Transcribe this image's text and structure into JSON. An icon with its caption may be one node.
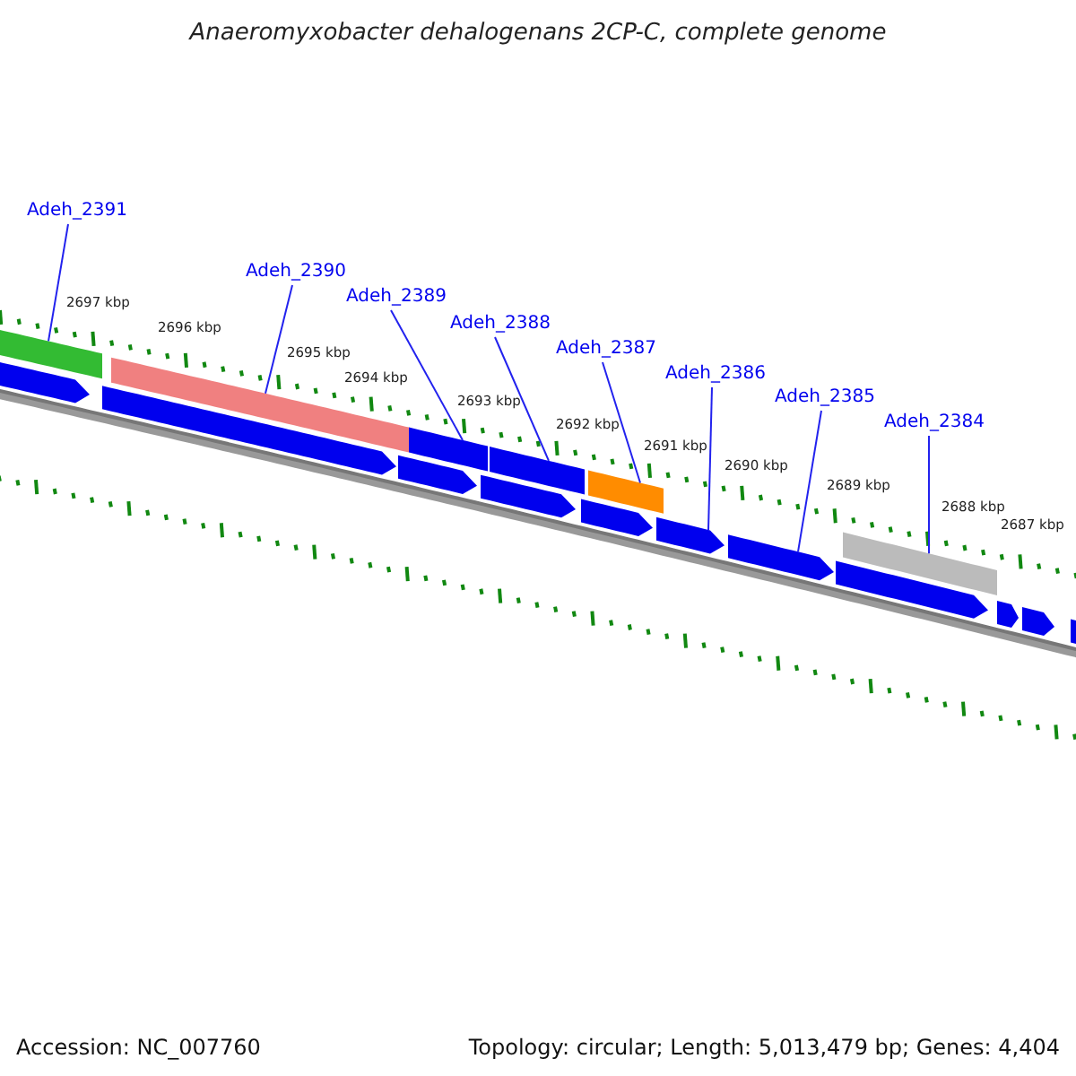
{
  "diagram": {
    "title": "Anaeromyxobacter dehalogenans 2CP-C, complete genome",
    "nodes": [
      {
        "text": [
          "Adeh_2391"
        ]
      },
      {
        "text": [
          "Adeh_2390"
        ]
      },
      {
        "text": [
          "Adeh_2389"
        ]
      },
      {
        "text": [
          "Adeh_2388"
        ]
      },
      {
        "text": [
          "Adeh_2387"
        ]
      },
      {
        "text": [
          "Adeh_2386"
        ]
      },
      {
        "text": [
          "Adeh_2385"
        ]
      },
      {
        "text": [
          "Adeh_2384"
        ]
      },
      {
        "text": [],
        "shape": "bar"
      },
      {
        "text": [],
        "shape": "bar"
      },
      {
        "text": [],
        "shape": "bar"
      },
      {
        "text": [],
        "shape": "bar"
      },
      {
        "text": [],
        "shape": "bar"
      },
      {
        "text": [],
        "shape": "bar"
      },
      {
        "text": [],
        "shape": "bar"
      },
      {
        "text": [],
        "shape": "bar"
      },
      {
        "text": [],
        "shape": "bar"
      },
      {
        "text": [],
        "shape": "bar"
      },
      {
        "text": [],
        "shape": "bar"
      },
      {
        "text": [],
        "shape": "bar"
      },
      {
        "text": [],
        "shape": "bar"
      },
      {
        "text": [],
        "shape": "bar"
      },
      {
        "text": [],
        "shape": "bar"
      },
      {
        "text": [],
        "shape": "bar"
      },
      {
        "text": [],
        "shape": "bar"
      }
    ],
    "edges": [
      {
        "from": 0,
        "to": 8,
        "arrow": "none"
      },
      {
        "from": 1,
        "to": 9,
        "arrow": "none"
      },
      {
        "from": 2,
        "to": 10,
        "arrow": "none"
      },
      {
        "from": 3,
        "to": 11,
        "arrow": "none"
      },
      {
        "from": 4,
        "to": 12,
        "arrow": "none"
      },
      {
        "from": 5,
        "to": 13,
        "arrow": "none"
      },
      {
        "from": 6,
        "to": 14,
        "arrow": "none"
      },
      {
        "from": 7,
        "to": 15,
        "arrow": "none"
      }
    ],
    "labels": [
      "2697 kbp",
      "2696 kbp",
      "2695 kbp",
      "2694 kbp",
      "2693 kbp",
      "2692 kbp",
      "2691 kbp",
      "2690 kbp",
      "2689 kbp",
      "2688 kbp",
      "2687 kbp",
      "Accession: NC_007760",
      "Topology: circular; Length: 5,013,479 bp; Genes: 4,404"
    ]
  }
}
